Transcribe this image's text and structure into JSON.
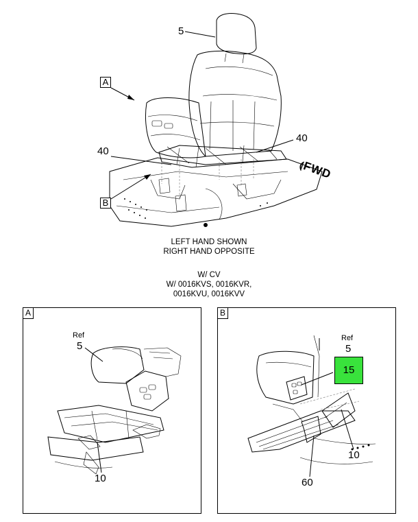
{
  "main_view": {
    "label_a": "A",
    "label_b": "B",
    "callouts": {
      "seat": "5",
      "left_bracket": "40",
      "right_bracket": "40"
    },
    "fwd": "FWD"
  },
  "caption": {
    "line1": "LEFT HAND SHOWN",
    "line2": "RIGHT HAND OPPOSITE",
    "line3": "W/ CV",
    "line4": "W/ 0016KVS, 0016KVR,",
    "line5": "0016KVU, 0016KVV"
  },
  "panel_a": {
    "tag": "A",
    "ref": "Ref",
    "ref_num": "5",
    "callout_bottom": "10"
  },
  "panel_b": {
    "tag": "B",
    "ref": "Ref",
    "ref_num": "5",
    "highlight": "15",
    "callout_right": "10",
    "callout_bottom": "60"
  },
  "colors": {
    "highlight": "#39e23c"
  }
}
